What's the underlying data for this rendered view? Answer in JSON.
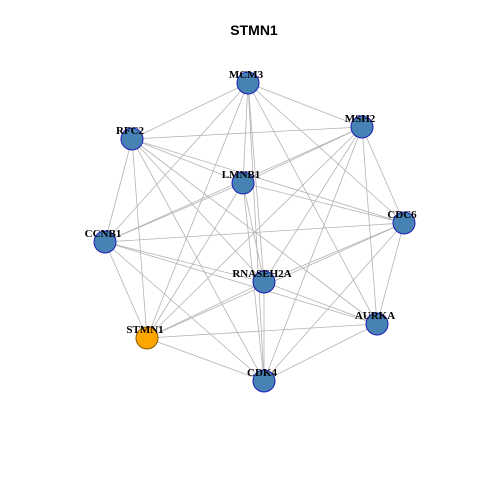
{
  "title": "STMN1",
  "colors": {
    "node_fill": "#4682b4",
    "node_stroke": "#1c1cb8",
    "highlight_fill": "#ffa500",
    "highlight_stroke": "#8b5a00",
    "edge": "#b3b3b3"
  },
  "nodes": [
    {
      "id": "MCM3",
      "label": "MCM3",
      "highlight": false
    },
    {
      "id": "MSH2",
      "label": "MSH2",
      "highlight": false
    },
    {
      "id": "RFC2",
      "label": "RFC2",
      "highlight": false
    },
    {
      "id": "LMNB1",
      "label": "LMNB1",
      "highlight": false
    },
    {
      "id": "CDC6",
      "label": "CDC6",
      "highlight": false
    },
    {
      "id": "CCNB1",
      "label": "CCNB1",
      "highlight": false
    },
    {
      "id": "RNASEH2A",
      "label": "RNASEH2A",
      "highlight": false
    },
    {
      "id": "AURKA",
      "label": "AURKA",
      "highlight": false
    },
    {
      "id": "STMN1",
      "label": "STMN1",
      "highlight": true
    },
    {
      "id": "CDK4",
      "label": "CDK4",
      "highlight": false
    }
  ],
  "edges": [
    [
      "MCM3",
      "MSH2"
    ],
    [
      "MCM3",
      "RFC2"
    ],
    [
      "MCM3",
      "LMNB1"
    ],
    [
      "MCM3",
      "CDC6"
    ],
    [
      "MCM3",
      "CCNB1"
    ],
    [
      "MCM3",
      "RNASEH2A"
    ],
    [
      "MCM3",
      "AURKA"
    ],
    [
      "MCM3",
      "STMN1"
    ],
    [
      "MCM3",
      "CDK4"
    ],
    [
      "MSH2",
      "RFC2"
    ],
    [
      "MSH2",
      "LMNB1"
    ],
    [
      "MSH2",
      "CDC6"
    ],
    [
      "MSH2",
      "CCNB1"
    ],
    [
      "MSH2",
      "RNASEH2A"
    ],
    [
      "MSH2",
      "AURKA"
    ],
    [
      "MSH2",
      "STMN1"
    ],
    [
      "MSH2",
      "CDK4"
    ],
    [
      "RFC2",
      "LMNB1"
    ],
    [
      "RFC2",
      "CDC6"
    ],
    [
      "RFC2",
      "CCNB1"
    ],
    [
      "RFC2",
      "RNASEH2A"
    ],
    [
      "RFC2",
      "AURKA"
    ],
    [
      "RFC2",
      "STMN1"
    ],
    [
      "RFC2",
      "CDK4"
    ],
    [
      "LMNB1",
      "CDC6"
    ],
    [
      "LMNB1",
      "CCNB1"
    ],
    [
      "LMNB1",
      "RNASEH2A"
    ],
    [
      "LMNB1",
      "STMN1"
    ],
    [
      "LMNB1",
      "CDK4"
    ],
    [
      "CDC6",
      "CCNB1"
    ],
    [
      "CDC6",
      "RNASEH2A"
    ],
    [
      "CDC6",
      "AURKA"
    ],
    [
      "CDC6",
      "STMN1"
    ],
    [
      "CDC6",
      "CDK4"
    ],
    [
      "CCNB1",
      "RNASEH2A"
    ],
    [
      "CCNB1",
      "AURKA"
    ],
    [
      "CCNB1",
      "STMN1"
    ],
    [
      "CCNB1",
      "CDK4"
    ],
    [
      "RNASEH2A",
      "AURKA"
    ],
    [
      "RNASEH2A",
      "STMN1"
    ],
    [
      "RNASEH2A",
      "CDK4"
    ],
    [
      "AURKA",
      "STMN1"
    ],
    [
      "AURKA",
      "CDK4"
    ],
    [
      "STMN1",
      "CDK4"
    ]
  ]
}
